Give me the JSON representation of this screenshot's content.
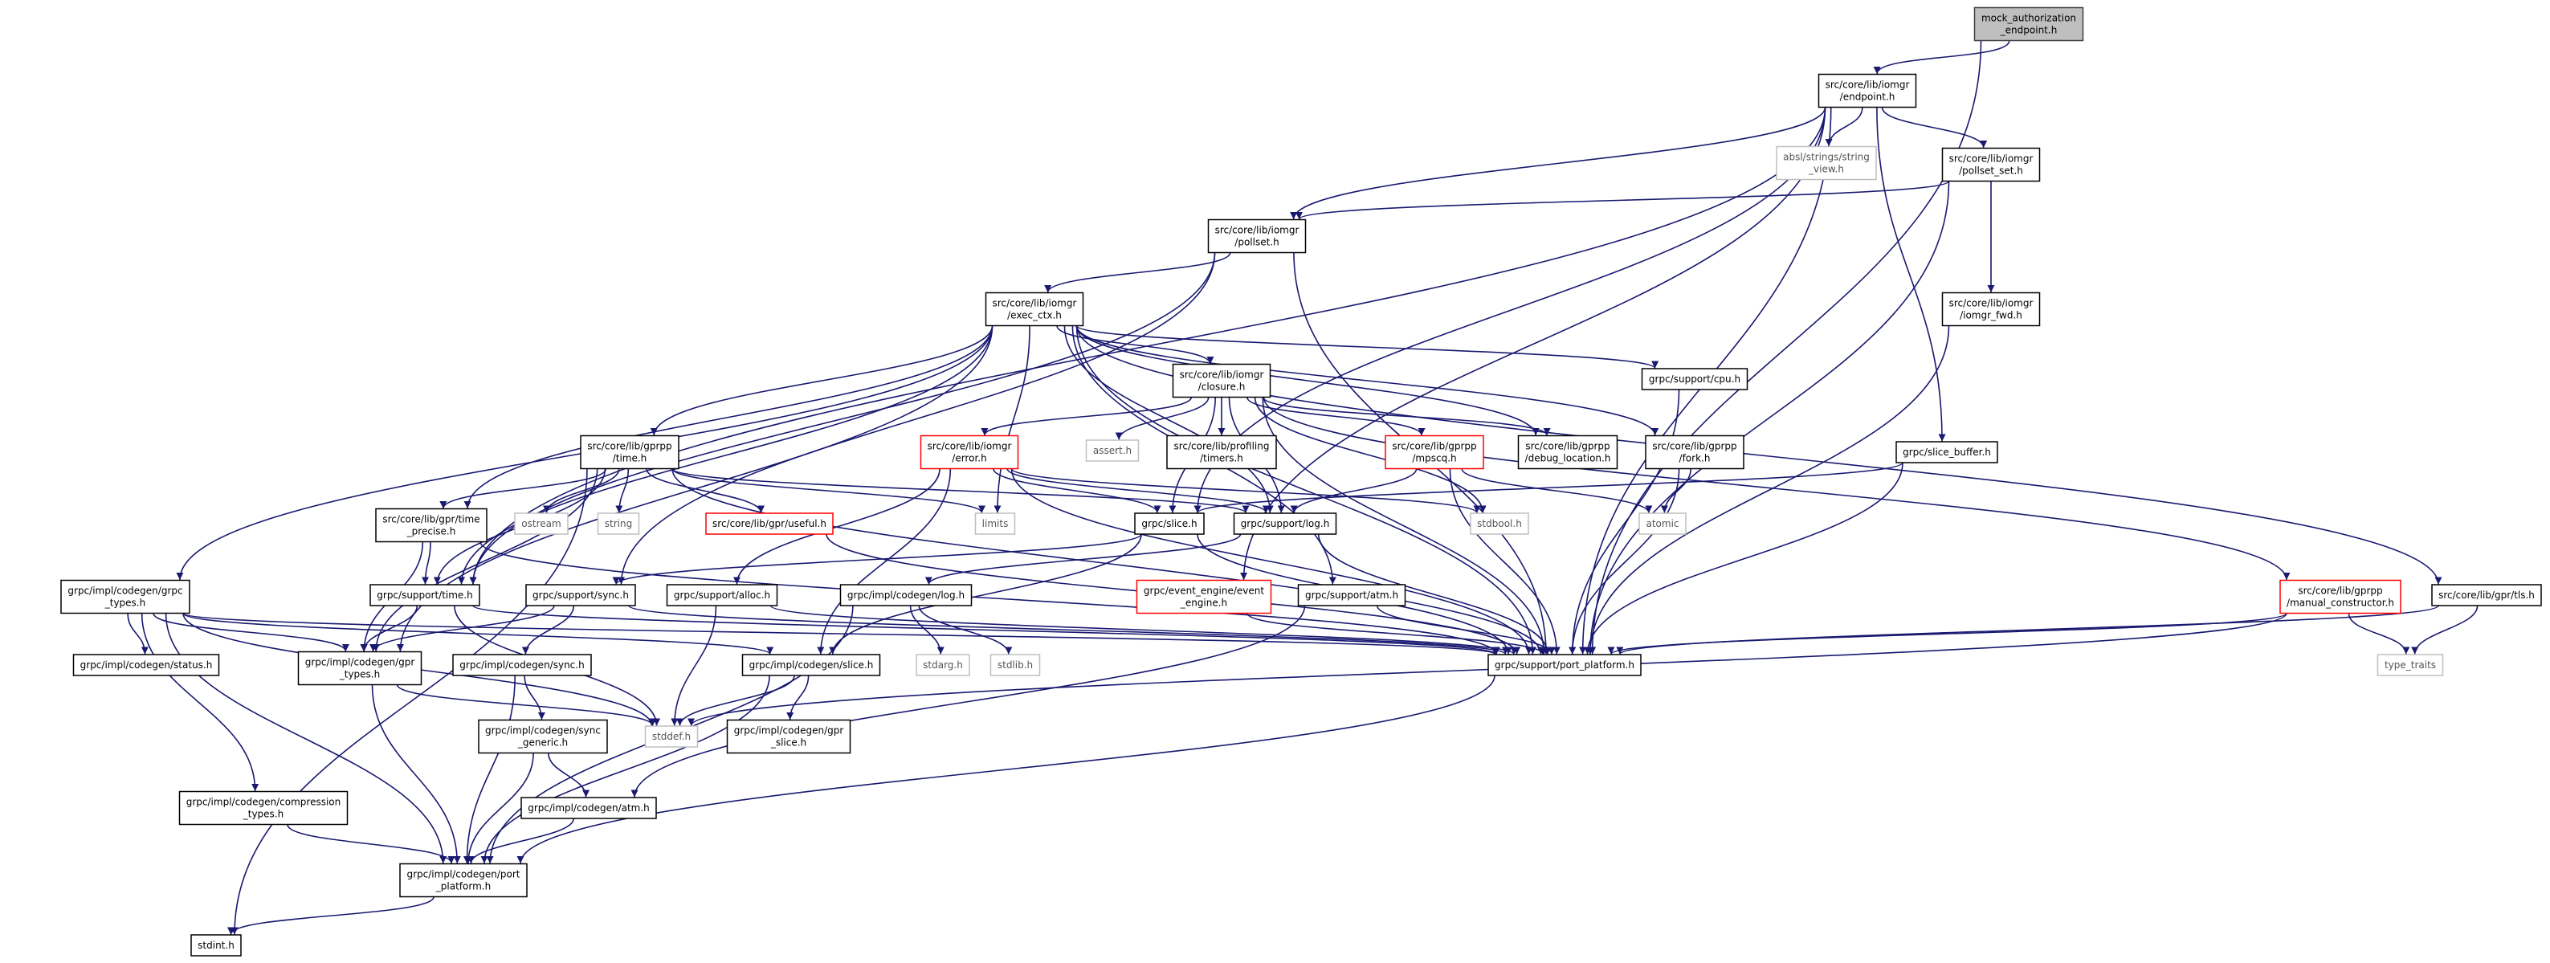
{
  "diagram": {
    "edge_color": "#191970",
    "styles": [
      {
        "fill": "#ffffff",
        "stroke": "#000000",
        "text": "#000000"
      },
      {
        "fill": "#bfbfbf",
        "stroke": "#404040",
        "text": "#000000"
      },
      {
        "fill": "#ffffff",
        "stroke": "#ff0000",
        "text": "#000000"
      },
      {
        "fill": "#ffffff",
        "stroke": "#bfbfbf",
        "text": "#555555"
      }
    ],
    "nodes": [
      {
        "lines": [
          "mock_authorization",
          "_endpoint.h"
        ],
        "style": 1
      },
      {
        "lines": [
          "src/core/lib/iomgr",
          "/endpoint.h"
        ],
        "style": 0
      },
      {
        "lines": [
          "absl/strings/string",
          "_view.h"
        ],
        "style": 3
      },
      {
        "lines": [
          "src/core/lib/iomgr",
          "/pollset_set.h"
        ],
        "style": 0
      },
      {
        "lines": [
          "src/core/lib/iomgr",
          "/pollset.h"
        ],
        "style": 0
      },
      {
        "lines": [
          "src/core/lib/iomgr",
          "/iomgr_fwd.h"
        ],
        "style": 0
      },
      {
        "lines": [
          "src/core/lib/iomgr",
          "/exec_ctx.h"
        ],
        "style": 0
      },
      {
        "lines": [
          "grpc/support/cpu.h"
        ],
        "style": 0
      },
      {
        "lines": [
          "src/core/lib/iomgr",
          "/closure.h"
        ],
        "style": 0
      },
      {
        "lines": [
          "src/core/lib/gprpp",
          "/time.h"
        ],
        "style": 0
      },
      {
        "lines": [
          "src/core/lib/iomgr",
          "/error.h"
        ],
        "style": 2
      },
      {
        "lines": [
          "assert.h"
        ],
        "style": 3
      },
      {
        "lines": [
          "src/core/lib/profiling",
          "/timers.h"
        ],
        "style": 0
      },
      {
        "lines": [
          "src/core/lib/gprpp",
          "/mpscq.h"
        ],
        "style": 2
      },
      {
        "lines": [
          "src/core/lib/gprpp",
          "/debug_location.h"
        ],
        "style": 0
      },
      {
        "lines": [
          "src/core/lib/gprpp",
          "/fork.h"
        ],
        "style": 0
      },
      {
        "lines": [
          "grpc/slice_buffer.h"
        ],
        "style": 0
      },
      {
        "lines": [
          "src/core/lib/gpr/time",
          "_precise.h"
        ],
        "style": 0
      },
      {
        "lines": [
          "ostream"
        ],
        "style": 3
      },
      {
        "lines": [
          "string"
        ],
        "style": 3
      },
      {
        "lines": [
          "src/core/lib/gpr/useful.h"
        ],
        "style": 2
      },
      {
        "lines": [
          "limits"
        ],
        "style": 3
      },
      {
        "lines": [
          "grpc/slice.h"
        ],
        "style": 0
      },
      {
        "lines": [
          "grpc/support/log.h"
        ],
        "style": 0
      },
      {
        "lines": [
          "stdbool.h"
        ],
        "style": 3
      },
      {
        "lines": [
          "atomic"
        ],
        "style": 3
      },
      {
        "lines": [
          "grpc/impl/codegen/grpc",
          "_types.h"
        ],
        "style": 0
      },
      {
        "lines": [
          "grpc/support/time.h"
        ],
        "style": 0
      },
      {
        "lines": [
          "grpc/support/sync.h"
        ],
        "style": 0
      },
      {
        "lines": [
          "grpc/support/alloc.h"
        ],
        "style": 0
      },
      {
        "lines": [
          "grpc/impl/codegen/log.h"
        ],
        "style": 0
      },
      {
        "lines": [
          "grpc/event_engine/event",
          "_engine.h"
        ],
        "style": 2
      },
      {
        "lines": [
          "grpc/support/atm.h"
        ],
        "style": 0
      },
      {
        "lines": [
          "src/core/lib/gprpp",
          "/manual_constructor.h"
        ],
        "style": 2
      },
      {
        "lines": [
          "src/core/lib/gpr/tls.h"
        ],
        "style": 0
      },
      {
        "lines": [
          "grpc/impl/codegen/status.h"
        ],
        "style": 0
      },
      {
        "lines": [
          "grpc/impl/codegen/gpr",
          "_types.h"
        ],
        "style": 0
      },
      {
        "lines": [
          "grpc/impl/codegen/sync.h"
        ],
        "style": 0
      },
      {
        "lines": [
          "stdarg.h"
        ],
        "style": 3
      },
      {
        "lines": [
          "stdlib.h"
        ],
        "style": 3
      },
      {
        "lines": [
          "grpc/impl/codegen/slice.h"
        ],
        "style": 0
      },
      {
        "lines": [
          "grpc/support/port_platform.h"
        ],
        "style": 0
      },
      {
        "lines": [
          "type_traits"
        ],
        "style": 3
      },
      {
        "lines": [
          "stddef.h"
        ],
        "style": 3
      },
      {
        "lines": [
          "grpc/impl/codegen/sync",
          "_generic.h"
        ],
        "style": 0
      },
      {
        "lines": [
          "grpc/impl/codegen/gpr",
          "_slice.h"
        ],
        "style": 0
      },
      {
        "lines": [
          "grpc/impl/codegen/compression",
          "_types.h"
        ],
        "style": 0
      },
      {
        "lines": [
          "grpc/impl/codegen/atm.h"
        ],
        "style": 0
      },
      {
        "lines": [
          "grpc/impl/codegen/port",
          "_platform.h"
        ],
        "style": 0
      },
      {
        "lines": [
          "stdint.h"
        ],
        "style": 0
      }
    ],
    "edges": [
      [
        0,
        1
      ],
      [
        0,
        41
      ],
      [
        1,
        2
      ],
      [
        1,
        3
      ],
      [
        1,
        4
      ],
      [
        1,
        16
      ],
      [
        1,
        41
      ],
      [
        1,
        27
      ],
      [
        1,
        22
      ],
      [
        1,
        31
      ],
      [
        3,
        4
      ],
      [
        3,
        5
      ],
      [
        3,
        41
      ],
      [
        5,
        41
      ],
      [
        4,
        6
      ],
      [
        4,
        41
      ],
      [
        4,
        28
      ],
      [
        4,
        27
      ],
      [
        6,
        7
      ],
      [
        6,
        8
      ],
      [
        6,
        9
      ],
      [
        6,
        14
      ],
      [
        6,
        15
      ],
      [
        6,
        17
      ],
      [
        6,
        21
      ],
      [
        6,
        23
      ],
      [
        6,
        26
      ],
      [
        6,
        27
      ],
      [
        6,
        32
      ],
      [
        6,
        34
      ],
      [
        6,
        41
      ],
      [
        6,
        36
      ],
      [
        7,
        41
      ],
      [
        8,
        10
      ],
      [
        8,
        11
      ],
      [
        8,
        12
      ],
      [
        8,
        13
      ],
      [
        8,
        14
      ],
      [
        8,
        23
      ],
      [
        8,
        24
      ],
      [
        8,
        33
      ],
      [
        8,
        41
      ],
      [
        8,
        22
      ],
      [
        9,
        17
      ],
      [
        9,
        18
      ],
      [
        9,
        19
      ],
      [
        9,
        20
      ],
      [
        9,
        21
      ],
      [
        9,
        27
      ],
      [
        9,
        36
      ],
      [
        9,
        41
      ],
      [
        9,
        49
      ],
      [
        9,
        23
      ],
      [
        10,
        22
      ],
      [
        10,
        23
      ],
      [
        10,
        24
      ],
      [
        10,
        41
      ],
      [
        10,
        29
      ],
      [
        10,
        40
      ],
      [
        13,
        23
      ],
      [
        13,
        25
      ],
      [
        13,
        41
      ],
      [
        15,
        25
      ],
      [
        15,
        41
      ],
      [
        16,
        22
      ],
      [
        16,
        41
      ],
      [
        17,
        27
      ],
      [
        17,
        36
      ],
      [
        17,
        41
      ],
      [
        20,
        41
      ],
      [
        22,
        28
      ],
      [
        22,
        40
      ],
      [
        22,
        41
      ],
      [
        23,
        30
      ],
      [
        23,
        41
      ],
      [
        26,
        35
      ],
      [
        26,
        36
      ],
      [
        26,
        46
      ],
      [
        26,
        48
      ],
      [
        26,
        40
      ],
      [
        26,
        41
      ],
      [
        26,
        43
      ],
      [
        27,
        36
      ],
      [
        27,
        41
      ],
      [
        27,
        43
      ],
      [
        28,
        36
      ],
      [
        28,
        37
      ],
      [
        28,
        41
      ],
      [
        29,
        43
      ],
      [
        29,
        41
      ],
      [
        30,
        38
      ],
      [
        30,
        39
      ],
      [
        30,
        48
      ],
      [
        31,
        41
      ],
      [
        32,
        47
      ],
      [
        32,
        41
      ],
      [
        33,
        42
      ],
      [
        33,
        43
      ],
      [
        33,
        41
      ],
      [
        34,
        42
      ],
      [
        34,
        41
      ],
      [
        36,
        43
      ],
      [
        36,
        48
      ],
      [
        37,
        44
      ],
      [
        37,
        48
      ],
      [
        40,
        43
      ],
      [
        40,
        45
      ],
      [
        40,
        48
      ],
      [
        41,
        48
      ],
      [
        44,
        47
      ],
      [
        44,
        48
      ],
      [
        46,
        48
      ],
      [
        47,
        48
      ],
      [
        48,
        49
      ]
    ]
  }
}
